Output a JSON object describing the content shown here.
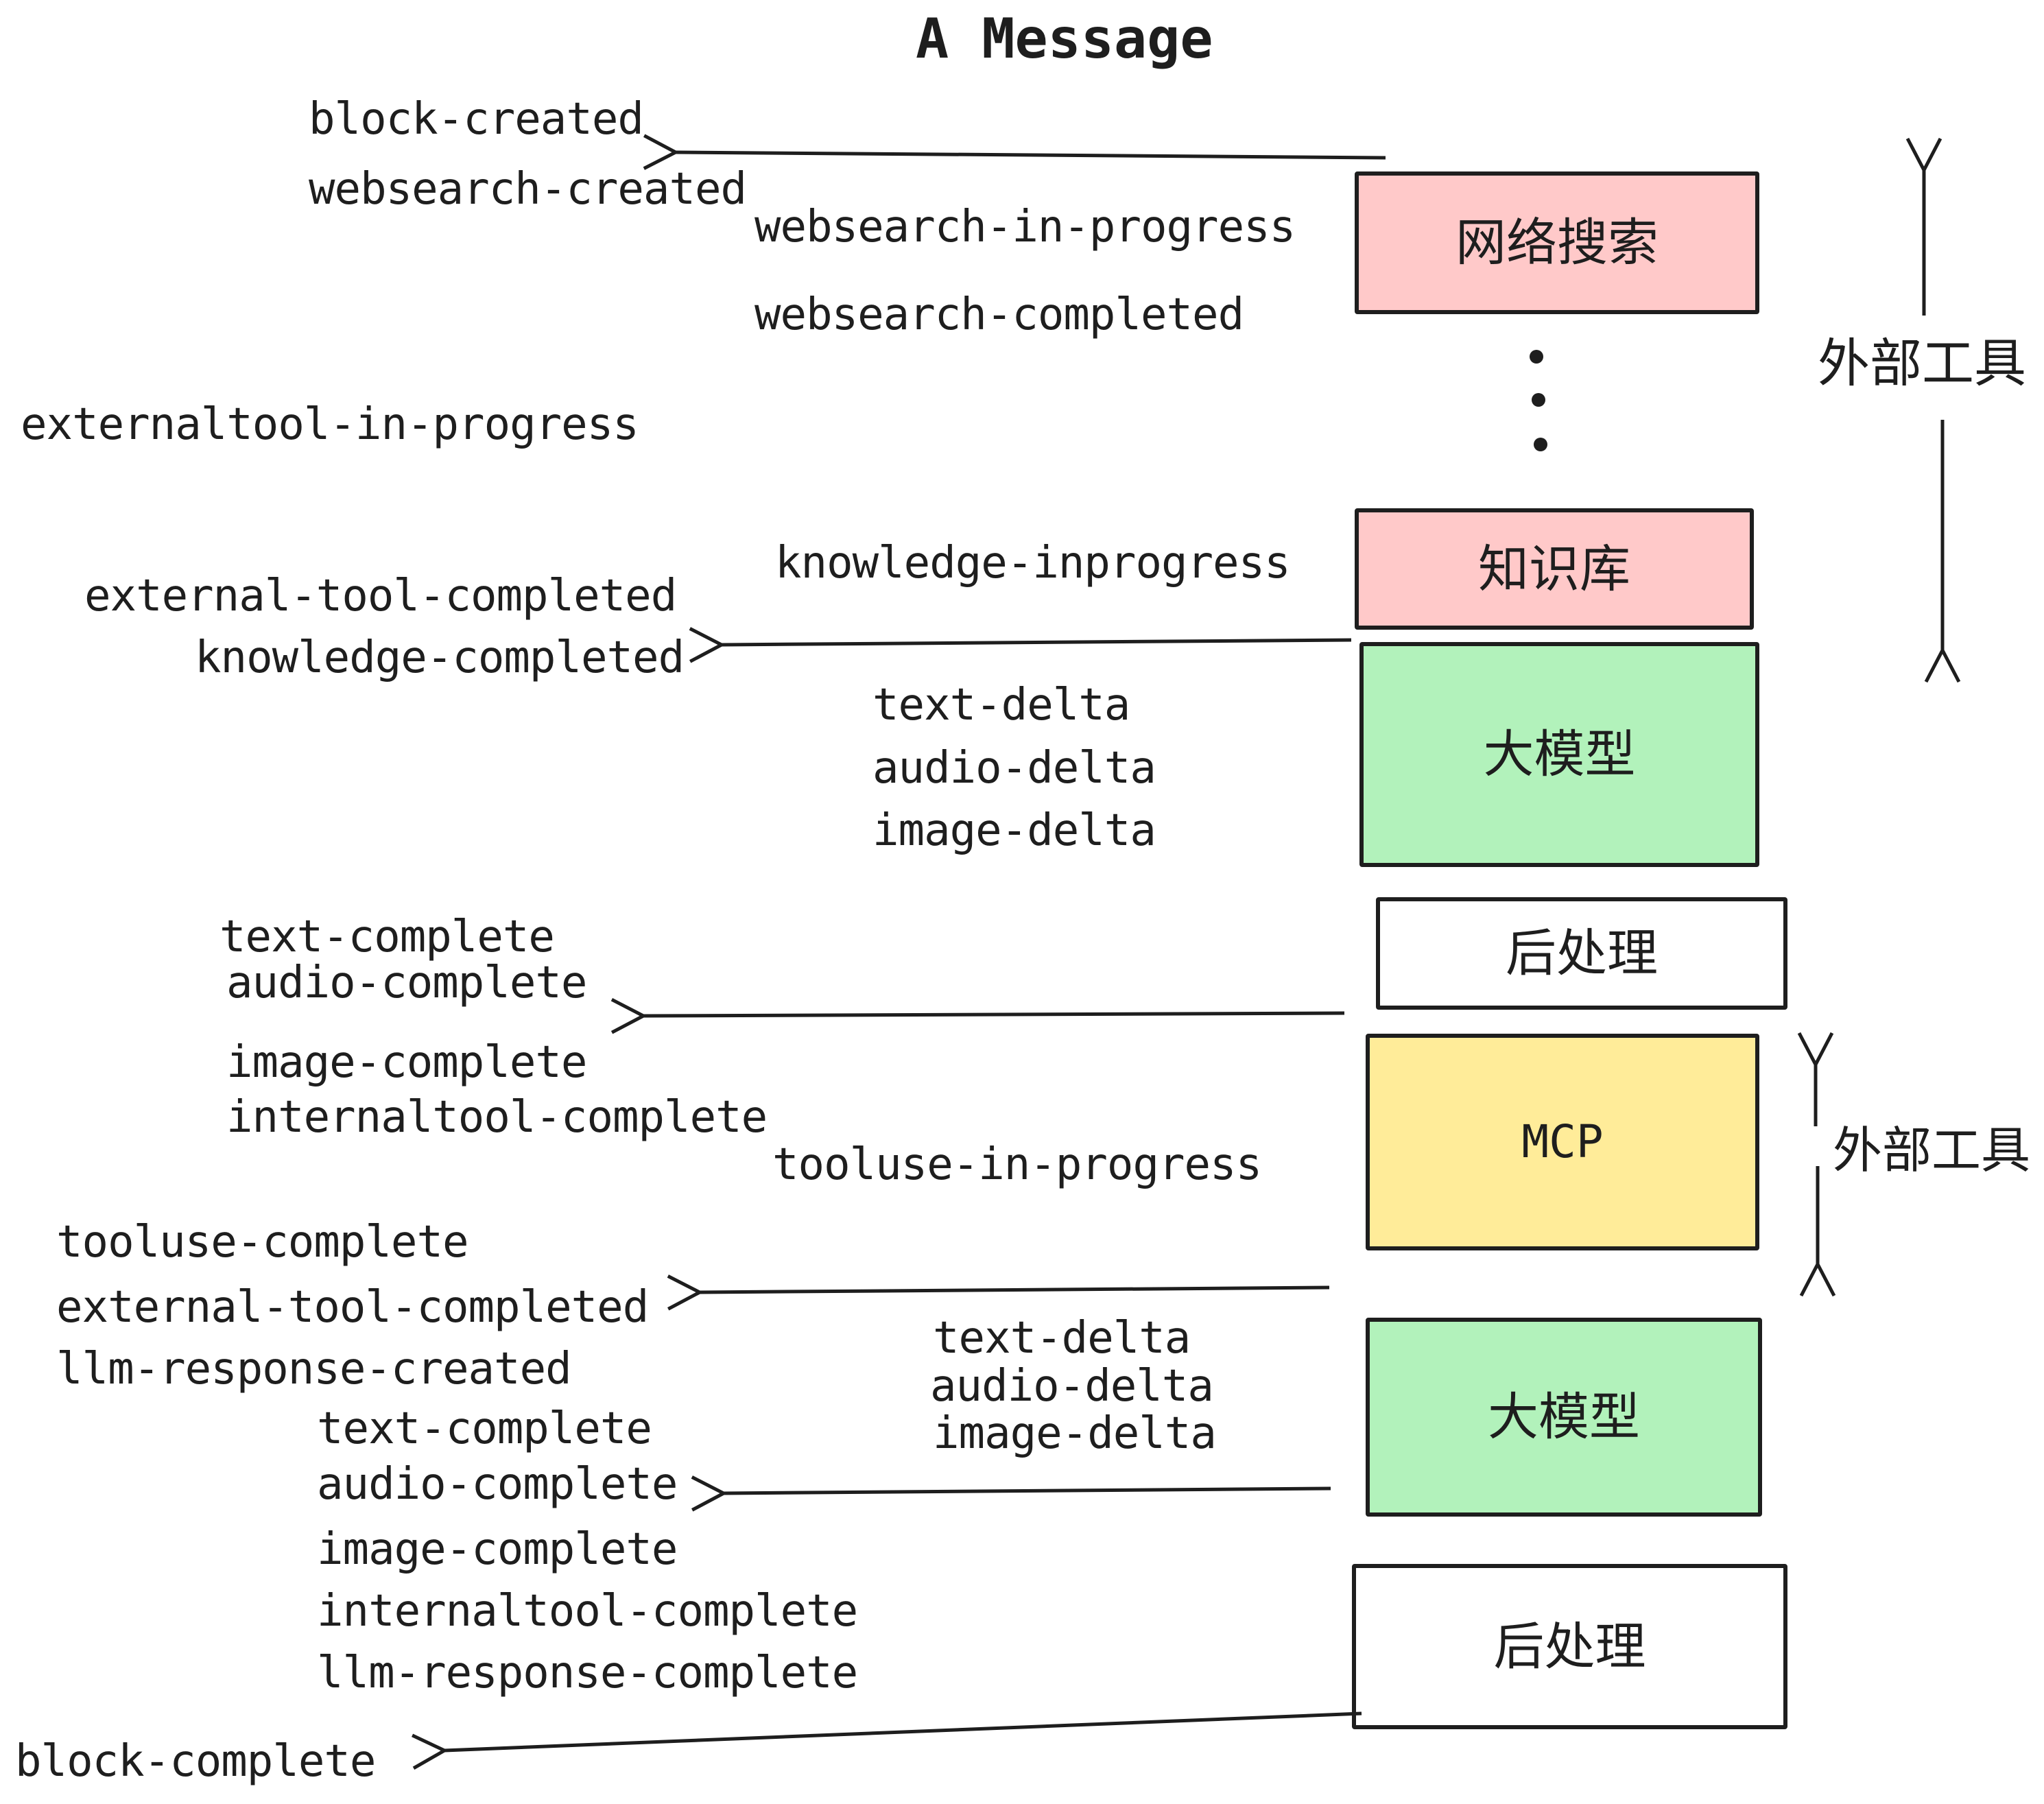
{
  "title": "A Message",
  "boxes": {
    "websearch": "网络搜索",
    "knowledge": "知识库",
    "llm": "大模型",
    "postprocess": "后处理",
    "mcp": "MCP"
  },
  "side": {
    "external_tools": "外部工具"
  },
  "events": {
    "block_created": "block-created",
    "websearch_created": "websearch-created",
    "websearch_in_progress": "websearch-in-progress",
    "websearch_completed": "websearch-completed",
    "externaltool_in_progress": "externaltool-in-progress",
    "knowledge_inprogress": "knowledge-inprogress",
    "external_tool_completed": "external-tool-completed",
    "knowledge_completed": "knowledge-completed",
    "text_delta": "text-delta",
    "audio_delta": "audio-delta",
    "image_delta": "image-delta",
    "text_complete": "text-complete",
    "audio_complete": "audio-complete",
    "image_complete": "image-complete",
    "internaltool_complete": "internaltool-complete",
    "tooluse_in_progress": "tooluse-in-progress",
    "tooluse_complete": "tooluse-complete",
    "llm_response_created": "llm-response-created",
    "llm_response_complete": "llm-response-complete",
    "block_complete": "block-complete"
  },
  "colors": {
    "pink": "#ffc9c9",
    "green": "#b2f2bb",
    "yellow": "#ffec99",
    "white": "#ffffff",
    "stroke": "#1e1e1e"
  }
}
